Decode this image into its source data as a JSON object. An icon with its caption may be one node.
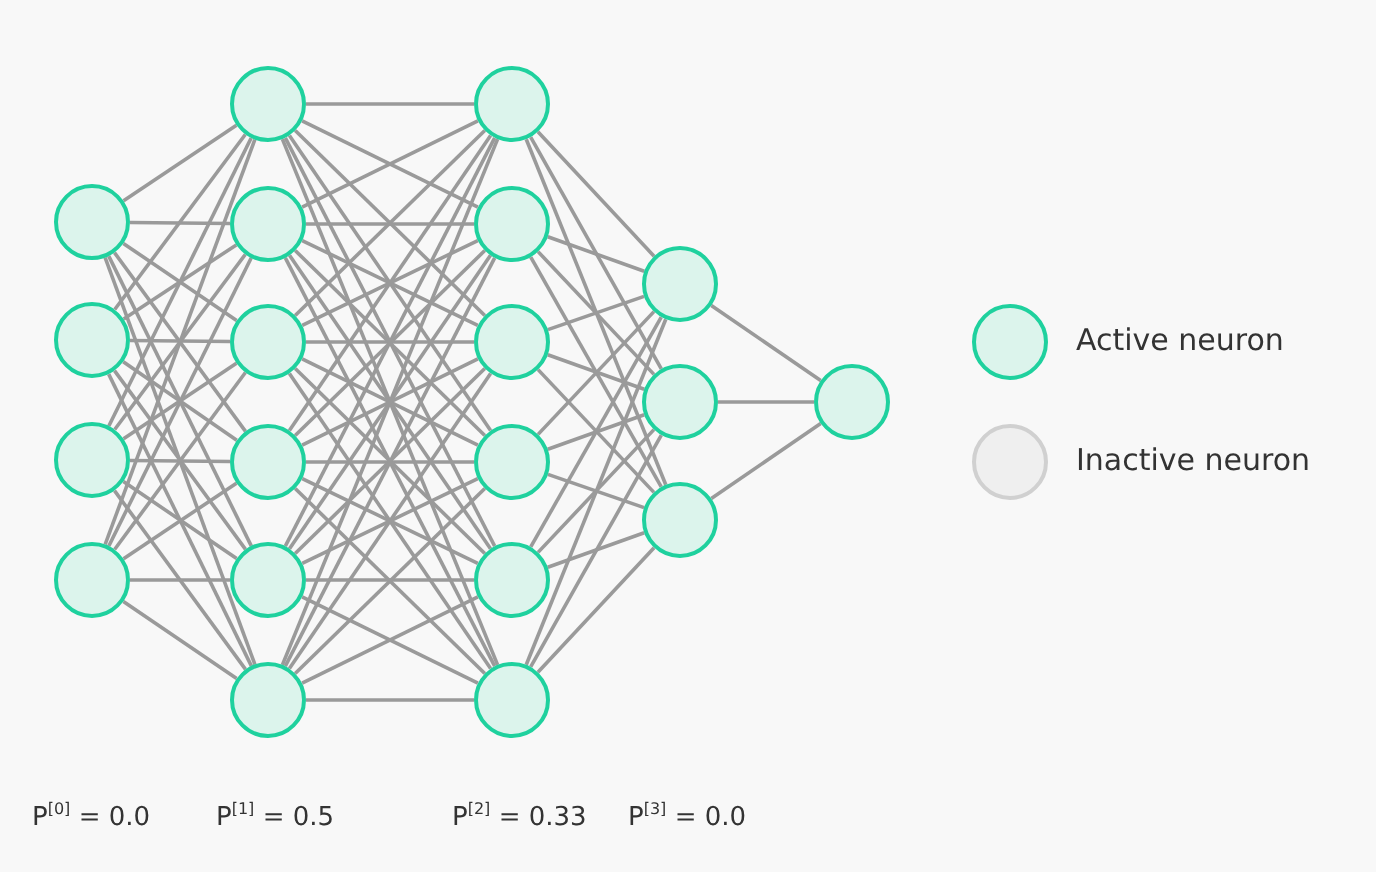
{
  "diagram": {
    "nodes": [
      {
        "text": [],
        "shape": "circle"
      },
      {
        "text": [],
        "shape": "circle"
      },
      {
        "text": [],
        "shape": "circle"
      },
      {
        "text": [],
        "shape": "circle"
      },
      {
        "text": [],
        "shape": "circle"
      },
      {
        "text": [],
        "shape": "circle"
      },
      {
        "text": [],
        "shape": "circle"
      },
      {
        "text": [],
        "shape": "circle"
      },
      {
        "text": [],
        "shape": "circle"
      },
      {
        "text": [],
        "shape": "circle"
      },
      {
        "text": [],
        "shape": "circle"
      },
      {
        "text": [],
        "shape": "circle"
      },
      {
        "text": [],
        "shape": "circle"
      },
      {
        "text": [],
        "shape": "circle"
      },
      {
        "text": [],
        "shape": "circle"
      },
      {
        "text": [],
        "shape": "circle"
      },
      {
        "text": [],
        "shape": "circle"
      },
      {
        "text": [],
        "shape": "circle"
      },
      {
        "text": [],
        "shape": "circle"
      },
      {
        "text": [],
        "shape": "circle"
      }
    ],
    "edges": [
      {
        "from": 0,
        "to": 4,
        "arrow": "none"
      },
      {
        "from": 0,
        "to": 5,
        "arrow": "none"
      },
      {
        "from": 0,
        "to": 6,
        "arrow": "none"
      },
      {
        "from": 0,
        "to": 7,
        "arrow": "none"
      },
      {
        "from": 0,
        "to": 8,
        "arrow": "none"
      },
      {
        "from": 0,
        "to": 9,
        "arrow": "none"
      },
      {
        "from": 1,
        "to": 4,
        "arrow": "none"
      },
      {
        "from": 1,
        "to": 5,
        "arrow": "none"
      },
      {
        "from": 1,
        "to": 6,
        "arrow": "none"
      },
      {
        "from": 1,
        "to": 7,
        "arrow": "none"
      },
      {
        "from": 1,
        "to": 8,
        "arrow": "none"
      },
      {
        "from": 1,
        "to": 9,
        "arrow": "none"
      },
      {
        "from": 2,
        "to": 4,
        "arrow": "none"
      },
      {
        "from": 2,
        "to": 5,
        "arrow": "none"
      },
      {
        "from": 2,
        "to": 6,
        "arrow": "none"
      },
      {
        "from": 2,
        "to": 7,
        "arrow": "none"
      },
      {
        "from": 2,
        "to": 8,
        "arrow": "none"
      },
      {
        "from": 2,
        "to": 9,
        "arrow": "none"
      },
      {
        "from": 3,
        "to": 4,
        "arrow": "none"
      },
      {
        "from": 3,
        "to": 5,
        "arrow": "none"
      },
      {
        "from": 3,
        "to": 6,
        "arrow": "none"
      },
      {
        "from": 3,
        "to": 7,
        "arrow": "none"
      },
      {
        "from": 3,
        "to": 8,
        "arrow": "none"
      },
      {
        "from": 3,
        "to": 9,
        "arrow": "none"
      },
      {
        "from": 4,
        "to": 10,
        "arrow": "none"
      },
      {
        "from": 4,
        "to": 11,
        "arrow": "none"
      },
      {
        "from": 4,
        "to": 12,
        "arrow": "none"
      },
      {
        "from": 4,
        "to": 13,
        "arrow": "none"
      },
      {
        "from": 4,
        "to": 14,
        "arrow": "none"
      },
      {
        "from": 4,
        "to": 15,
        "arrow": "none"
      },
      {
        "from": 5,
        "to": 10,
        "arrow": "none"
      },
      {
        "from": 5,
        "to": 11,
        "arrow": "none"
      },
      {
        "from": 5,
        "to": 12,
        "arrow": "none"
      },
      {
        "from": 5,
        "to": 13,
        "arrow": "none"
      },
      {
        "from": 5,
        "to": 14,
        "arrow": "none"
      },
      {
        "from": 5,
        "to": 15,
        "arrow": "none"
      },
      {
        "from": 6,
        "to": 10,
        "arrow": "none"
      },
      {
        "from": 6,
        "to": 11,
        "arrow": "none"
      },
      {
        "from": 6,
        "to": 12,
        "arrow": "none"
      },
      {
        "from": 6,
        "to": 13,
        "arrow": "none"
      },
      {
        "from": 6,
        "to": 14,
        "arrow": "none"
      },
      {
        "from": 6,
        "to": 15,
        "arrow": "none"
      },
      {
        "from": 7,
        "to": 10,
        "arrow": "none"
      },
      {
        "from": 7,
        "to": 11,
        "arrow": "none"
      },
      {
        "from": 7,
        "to": 12,
        "arrow": "none"
      },
      {
        "from": 7,
        "to": 13,
        "arrow": "none"
      },
      {
        "from": 7,
        "to": 14,
        "arrow": "none"
      },
      {
        "from": 7,
        "to": 15,
        "arrow": "none"
      },
      {
        "from": 8,
        "to": 10,
        "arrow": "none"
      },
      {
        "from": 8,
        "to": 11,
        "arrow": "none"
      },
      {
        "from": 8,
        "to": 12,
        "arrow": "none"
      },
      {
        "from": 8,
        "to": 13,
        "arrow": "none"
      },
      {
        "from": 8,
        "to": 14,
        "arrow": "none"
      },
      {
        "from": 8,
        "to": 15,
        "arrow": "none"
      },
      {
        "from": 9,
        "to": 10,
        "arrow": "none"
      },
      {
        "from": 9,
        "to": 11,
        "arrow": "none"
      },
      {
        "from": 9,
        "to": 12,
        "arrow": "none"
      },
      {
        "from": 9,
        "to": 13,
        "arrow": "none"
      },
      {
        "from": 9,
        "to": 14,
        "arrow": "none"
      },
      {
        "from": 9,
        "to": 15,
        "arrow": "none"
      },
      {
        "from": 10,
        "to": 16,
        "arrow": "none"
      },
      {
        "from": 10,
        "to": 17,
        "arrow": "none"
      },
      {
        "from": 10,
        "to": 18,
        "arrow": "none"
      },
      {
        "from": 11,
        "to": 16,
        "arrow": "none"
      },
      {
        "from": 11,
        "to": 17,
        "arrow": "none"
      },
      {
        "from": 11,
        "to": 18,
        "arrow": "none"
      },
      {
        "from": 12,
        "to": 16,
        "arrow": "none"
      },
      {
        "from": 12,
        "to": 17,
        "arrow": "none"
      },
      {
        "from": 12,
        "to": 18,
        "arrow": "none"
      },
      {
        "from": 13,
        "to": 16,
        "arrow": "none"
      },
      {
        "from": 13,
        "to": 17,
        "arrow": "none"
      },
      {
        "from": 13,
        "to": 18,
        "arrow": "none"
      },
      {
        "from": 14,
        "to": 16,
        "arrow": "none"
      },
      {
        "from": 14,
        "to": 17,
        "arrow": "none"
      },
      {
        "from": 14,
        "to": 18,
        "arrow": "none"
      },
      {
        "from": 15,
        "to": 16,
        "arrow": "none"
      },
      {
        "from": 15,
        "to": 17,
        "arrow": "none"
      },
      {
        "from": 15,
        "to": 18,
        "arrow": "none"
      },
      {
        "from": 16,
        "to": 19,
        "arrow": "none"
      },
      {
        "from": 17,
        "to": 19,
        "arrow": "none"
      },
      {
        "from": 18,
        "to": 19,
        "arrow": "none"
      }
    ],
    "labels": [
      "P$^{[0]}$ = 0.0",
      "P$^{[1]}$ = 0.5",
      "P$^{[2]}$ = 0.33",
      "P$^{[3]}$ = 0.0"
    ],
    "legend": [
      {
        "text": "Active neuron",
        "color": "#dcf4ec"
      },
      {
        "text": "Inactive neuron",
        "color": "#efefef"
      }
    ]
  }
}
